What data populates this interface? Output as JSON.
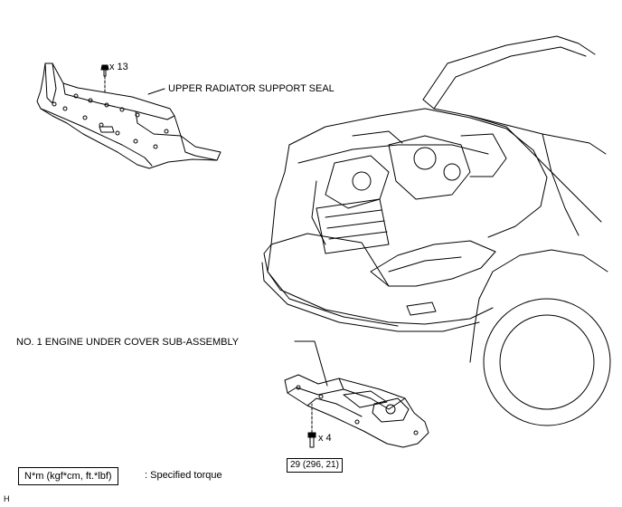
{
  "labels": {
    "upper_seal": "UPPER RADIATOR SUPPORT SEAL",
    "under_cover": "NO. 1 ENGINE UNDER COVER SUB-ASSEMBLY",
    "clip_qty": "x 13",
    "bolt_qty": "x 4"
  },
  "torque": {
    "value": "29 (296, 21)"
  },
  "legend": {
    "unit": "N*m (kgf*cm, ft.*lbf)",
    "desc": ": Specified torque"
  },
  "corner_mark": "H"
}
